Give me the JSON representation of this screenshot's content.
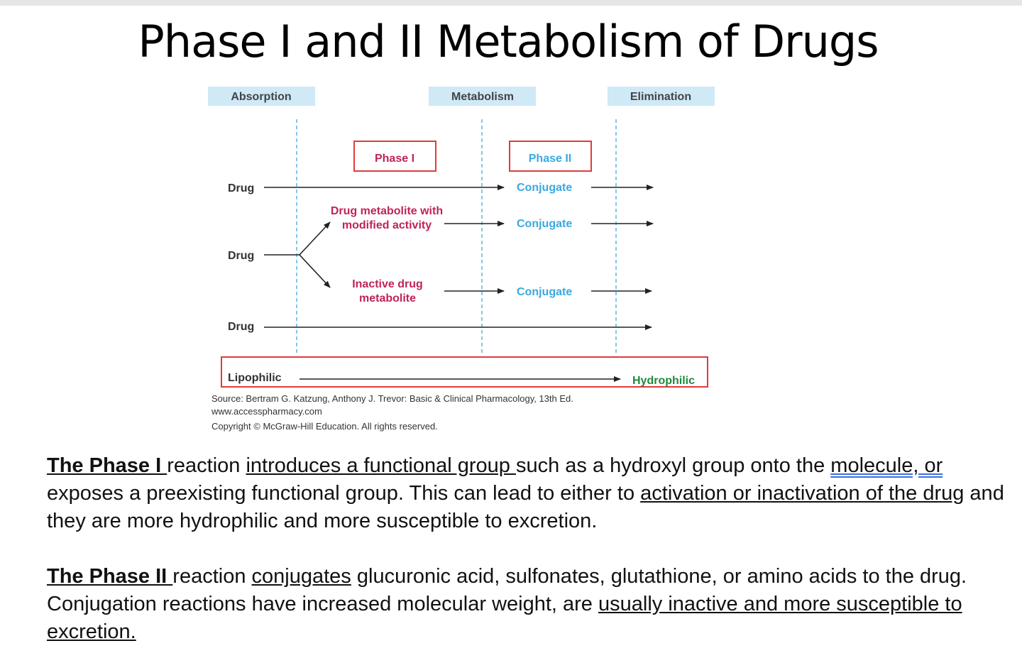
{
  "title": "Phase I and II Metabolism of Drugs",
  "diagram": {
    "sections": [
      "Absorption",
      "Metabolism",
      "Elimination"
    ],
    "phase1_label": "Phase I",
    "phase2_label": "Phase II",
    "drug_label": "Drug",
    "metabolite_active_line1": "Drug metabolite with",
    "metabolite_active_line2": "modified activity",
    "metabolite_inactive_line1": "Inactive drug",
    "metabolite_inactive_line2": "metabolite",
    "conjugate_label": "Conjugate",
    "lipophilic_label": "Lipophilic",
    "hydrophilic_label": "Hydrophilic",
    "source_line1": "Source: Bertram G. Katzung, Anthony J. Trevor: Basic & Clinical Pharmacology, 13th Ed.",
    "source_line2": "www.accesspharmacy.com",
    "source_line3": "Copyright © McGraw-Hill Education. All rights reserved.",
    "colors": {
      "section_fill": "#cfe9f7",
      "dash_line": "#5ab4e6",
      "red_box": "#e23a3a",
      "red_text": "#c0235a",
      "blue_text": "#3aa8e0",
      "green_text": "#1f8a3a"
    }
  },
  "paragraph1": {
    "s1": "The Phase I ",
    "s2": "reaction ",
    "s3": "introduces a functional group ",
    "s4": "such as a hydroxyl group onto the ",
    "s5": "molecule, or",
    "s6": " exposes a preexisting functional group. This can lead to either to ",
    "s7": "activation or inactivation of the drug",
    "s8": " and they are more hydrophilic and more susceptible to excretion."
  },
  "paragraph2": {
    "s1": "The Phase II ",
    "s2": "reaction  ",
    "s3": "conjugates",
    "s4": " glucuronic acid, sulfonates, glutathione, or amino acids to the drug. Conjugation reactions have increased molecular weight, are ",
    "s5": "usually inactive and more susceptible to excretion."
  }
}
